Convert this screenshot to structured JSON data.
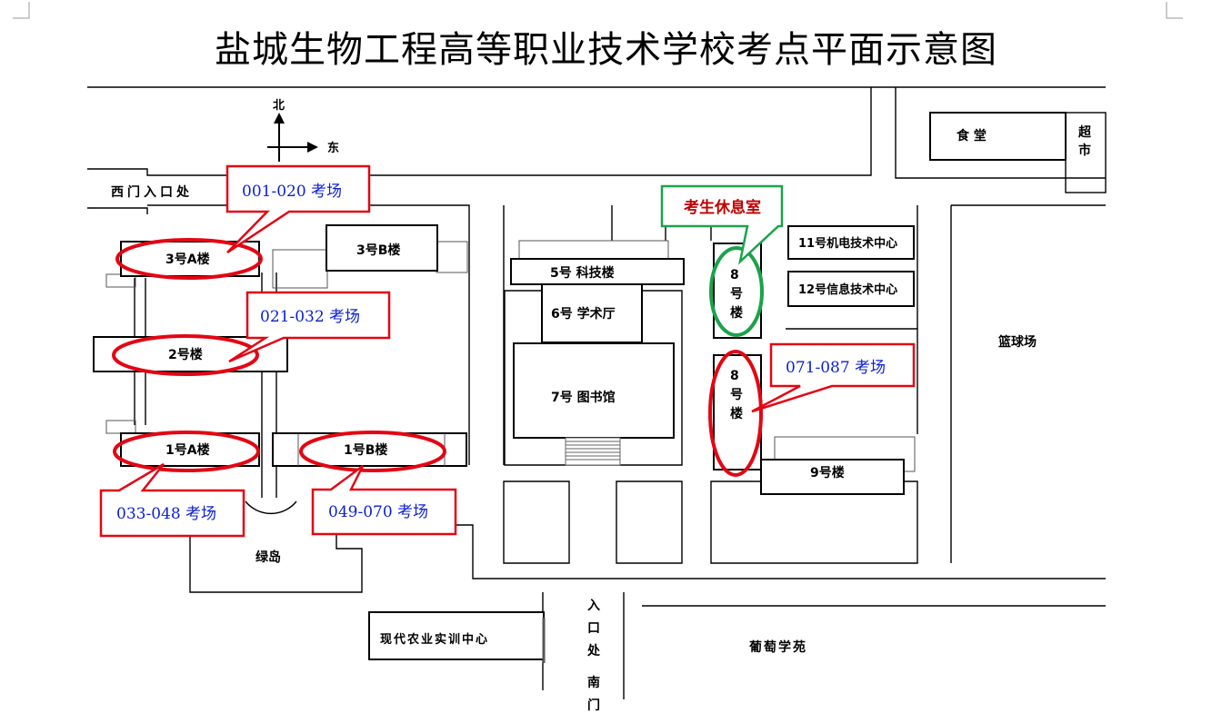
{
  "title": "盐城生物工程高等职业技术学校考点平面示意图",
  "compass": {
    "north": "北",
    "east": "东"
  },
  "gates": {
    "west": "西门入口处",
    "south_v1": "入",
    "south_v2": "口",
    "south_v3": "处",
    "south_v4": "南",
    "south_v5": "门"
  },
  "buildings": {
    "b3a": "3号A楼",
    "b3b": "3号B楼",
    "b2": "2号楼",
    "b1a": "1号A楼",
    "b1b": "1号B楼",
    "b5": "5号  科技楼",
    "b6": "6号  学术厅",
    "b7": "7号  图书馆",
    "b8_top_1": "8",
    "b8_top_2": "号",
    "b8_top_3": "楼",
    "b8_bot_1": "8",
    "b8_bot_2": "号",
    "b8_bot_3": "楼",
    "b9": "9号楼",
    "b11": "11号机电技术中心",
    "b12": "12号信息技术中心",
    "canteen": "食  堂",
    "market_1": "超",
    "market_2": "市",
    "court": "篮球场",
    "island": "绿岛",
    "agri": "现代农业实训中心",
    "grape": "葡萄学苑"
  },
  "callouts": {
    "c1": "001-020 考场",
    "c2": "021-032 考场",
    "c3": "033-048 考场",
    "c4": "049-070 考场",
    "c5": "071-087 考场",
    "rest": "考生休息室"
  },
  "colors": {
    "exam": "#e30613",
    "rest": "#1aa34a",
    "exam_text": "#0b1fd0",
    "rest_text": "#c00000"
  }
}
